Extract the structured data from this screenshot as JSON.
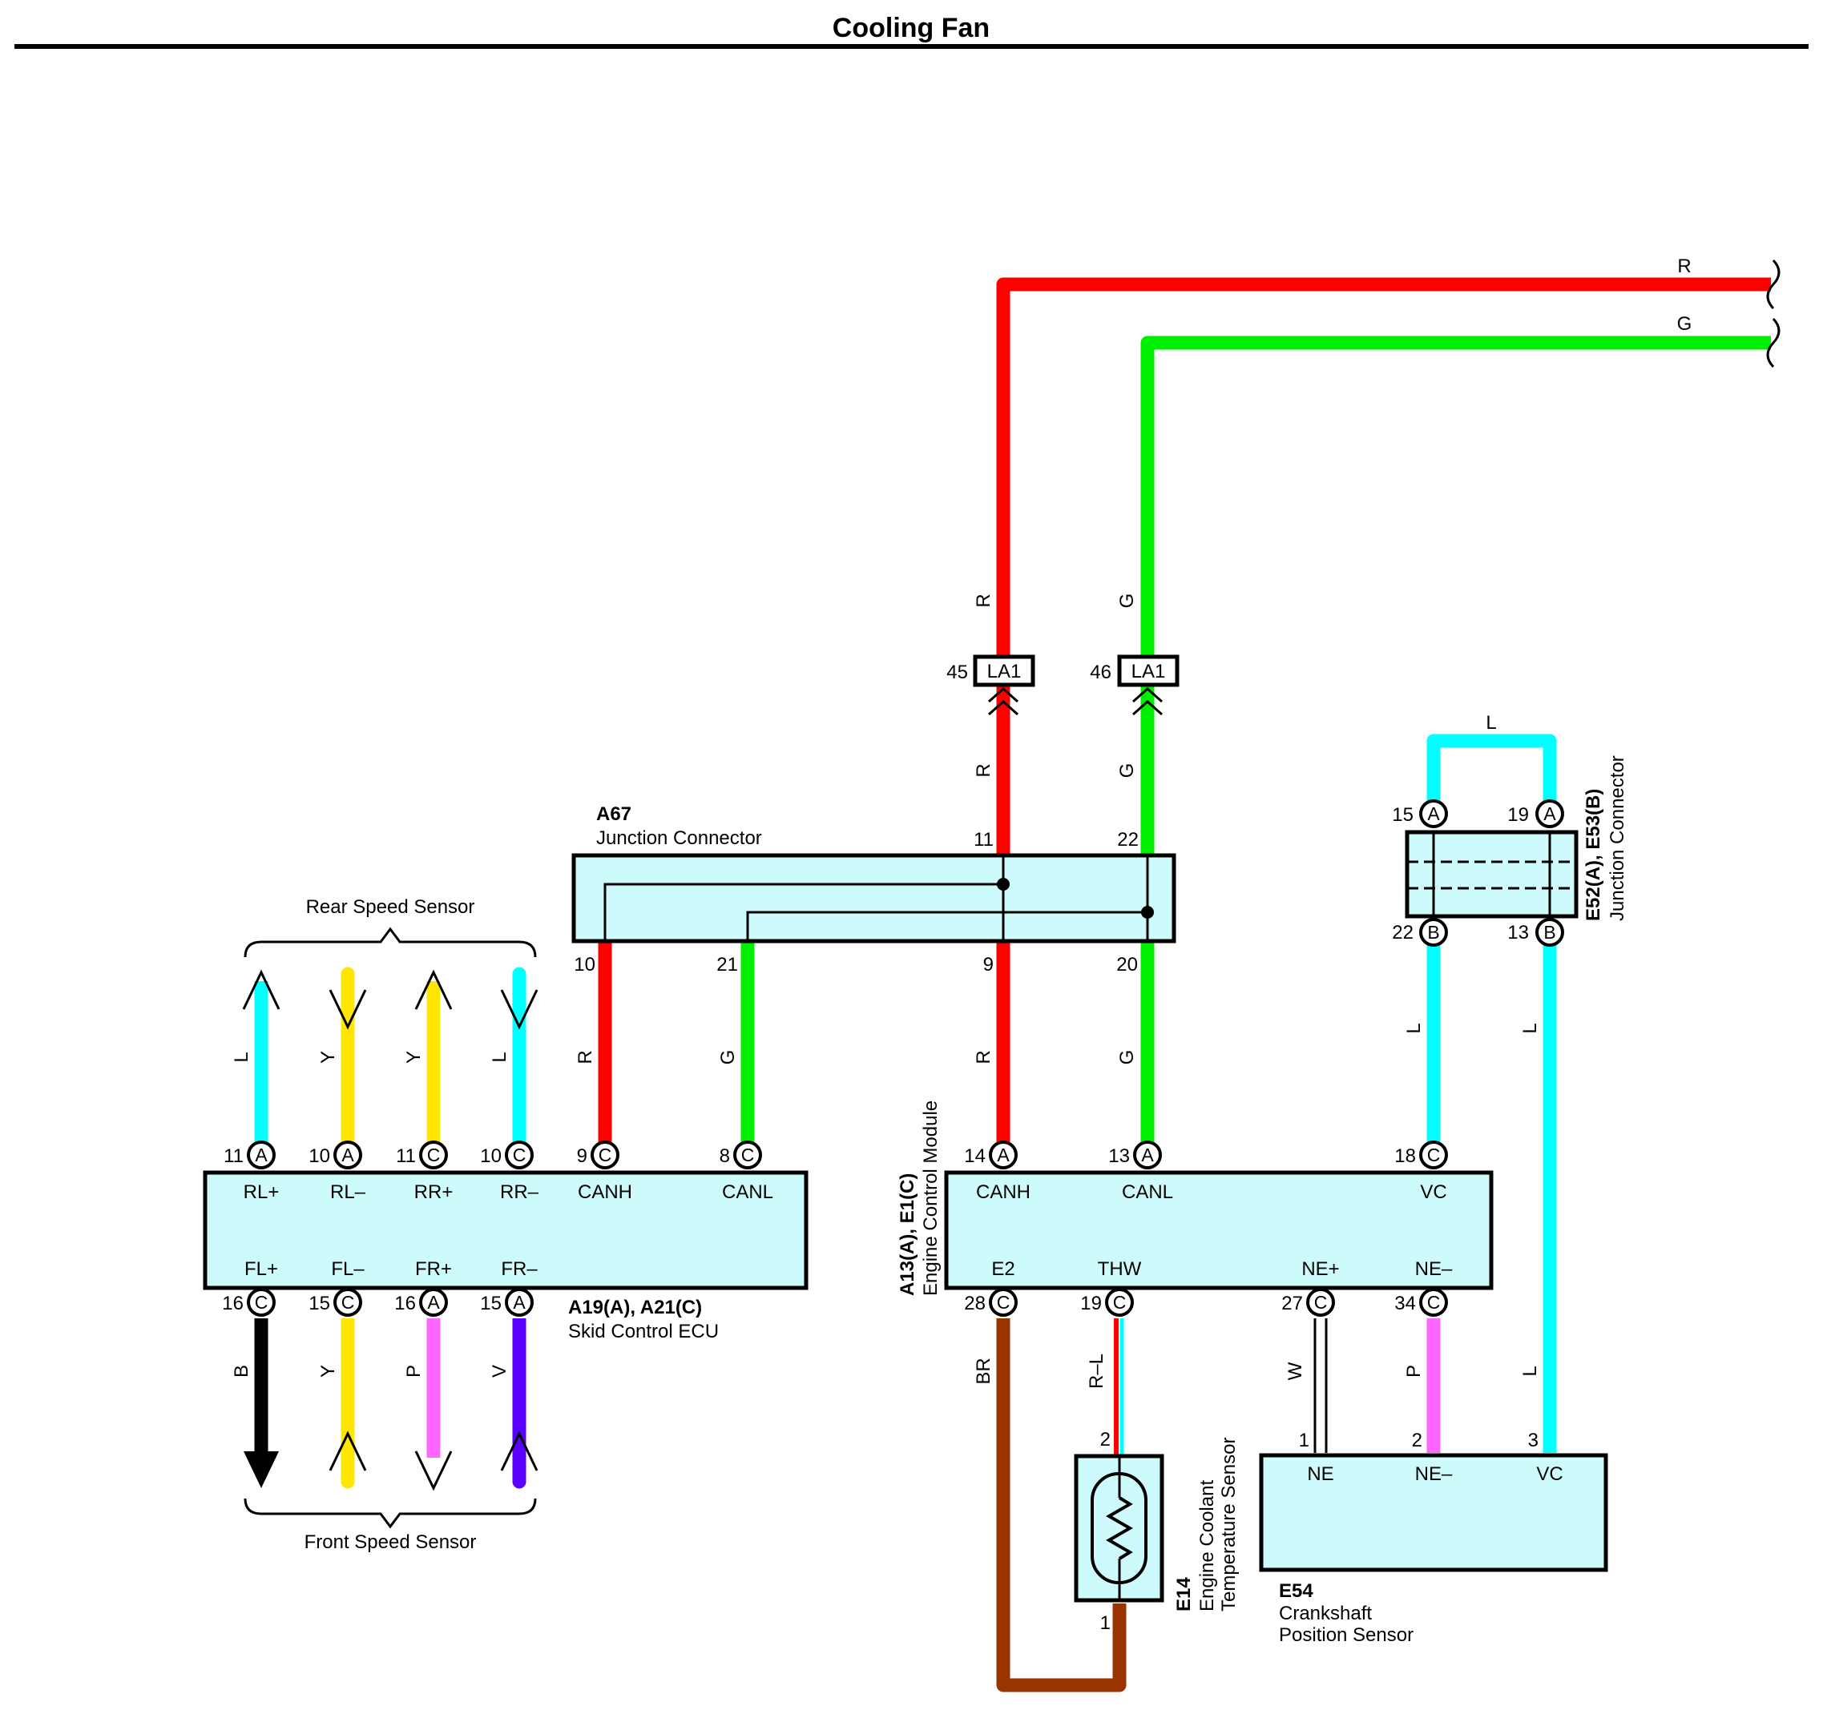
{
  "title": "Cooling Fan",
  "colors": {
    "red": "#ff0000",
    "green": "#00ee00",
    "cyan": "#00ffff",
    "yellow": "#ffe600",
    "black": "#000000",
    "pink": "#ff66ff",
    "violet": "#5a00ff",
    "brown": "#993300",
    "box_fill": "#cdfbfb"
  },
  "wire_codes": {
    "top_r": "R",
    "top_g": "G",
    "la1_r_up": "R",
    "la1_g_up": "G",
    "la1_r_down": "R",
    "la1_g_down": "G",
    "jc_loop": "L",
    "can_r_left": "R",
    "can_g_left": "G",
    "can_r_ecm": "R",
    "can_g_ecm": "G",
    "vc_left": "L",
    "vc_right": "L",
    "vc_sensor": "L",
    "rl_plus": "L",
    "rl_minus": "Y",
    "rr_plus": "Y",
    "rr_minus": "L",
    "fl_plus": "B",
    "fl_minus": "Y",
    "fr_plus": "P",
    "fr_minus": "V",
    "e2": "BR",
    "thw": "R–L",
    "ne_plus": "W",
    "ne_minus": "P"
  },
  "la1": {
    "left": {
      "pin": "45",
      "label": "LA1"
    },
    "right": {
      "pin": "46",
      "label": "LA1"
    }
  },
  "a67": {
    "id": "A67",
    "name": "Junction Connector",
    "pins": {
      "top_left": "11",
      "top_right": "22",
      "bot_10": "10",
      "bot_21": "21",
      "bot_9": "9",
      "bot_20": "20"
    }
  },
  "e52": {
    "id": "E52(A), E53(B)",
    "name": "Junction Connector",
    "pins": {
      "a15": "15",
      "a19": "19",
      "b22": "22",
      "b13": "13"
    },
    "letters": {
      "a": "A",
      "b": "B"
    }
  },
  "skid_ecu": {
    "id": "A19(A), A21(C)",
    "name": "Skid Control ECU",
    "top": [
      {
        "pin": "11",
        "conn": "A",
        "label": "RL+"
      },
      {
        "pin": "10",
        "conn": "A",
        "label": "RL–"
      },
      {
        "pin": "11",
        "conn": "C",
        "label": "RR+"
      },
      {
        "pin": "10",
        "conn": "C",
        "label": "RR–"
      },
      {
        "pin": "9",
        "conn": "C",
        "label": "CANH"
      },
      {
        "pin": "8",
        "conn": "C",
        "label": "CANL"
      }
    ],
    "bottom": [
      {
        "pin": "16",
        "conn": "C",
        "label": "FL+"
      },
      {
        "pin": "15",
        "conn": "C",
        "label": "FL–"
      },
      {
        "pin": "16",
        "conn": "A",
        "label": "FR+"
      },
      {
        "pin": "15",
        "conn": "A",
        "label": "FR–"
      }
    ]
  },
  "rear_speed_sensor": "Rear Speed Sensor",
  "front_speed_sensor": "Front Speed Sensor",
  "ecm": {
    "id": "A13(A), E1(C)",
    "name": "Engine Control Module",
    "top": [
      {
        "pin": "14",
        "conn": "A",
        "label": "CANH"
      },
      {
        "pin": "13",
        "conn": "A",
        "label": "CANL"
      },
      {
        "pin": "18",
        "conn": "C",
        "label": "VC"
      }
    ],
    "bottom": [
      {
        "pin": "28",
        "conn": "C",
        "label": "E2"
      },
      {
        "pin": "19",
        "conn": "C",
        "label": "THW"
      },
      {
        "pin": "27",
        "conn": "C",
        "label": "NE+"
      },
      {
        "pin": "34",
        "conn": "C",
        "label": "NE–"
      }
    ]
  },
  "e14": {
    "id": "E14",
    "name_line1": "Engine Coolant",
    "name_line2": "Temperature Sensor",
    "pin_top": "2",
    "pin_bottom": "1"
  },
  "e54": {
    "id": "E54",
    "name_line1": "Crankshaft",
    "name_line2": "Position Sensor",
    "pins": [
      {
        "pin": "1",
        "label": "NE"
      },
      {
        "pin": "2",
        "label": "NE–"
      },
      {
        "pin": "3",
        "label": "VC"
      }
    ]
  }
}
